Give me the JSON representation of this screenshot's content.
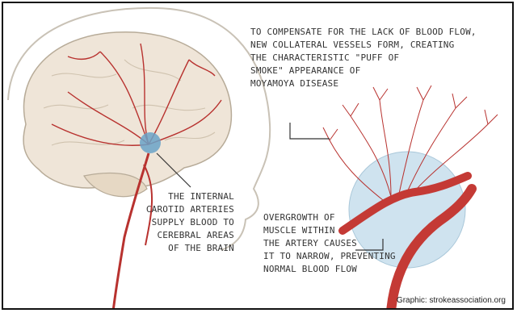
{
  "labels": {
    "top_callout": [
      "TO COMPENSATE FOR THE LACK OF BLOOD FLOW,",
      "NEW COLLATERAL VESSELS FORM, CREATING",
      "THE CHARACTERISTIC \"PUFF OF",
      "SMOKE\" APPEARANCE OF",
      "MOYAMOYA DISEASE"
    ],
    "left_callout": [
      "THE INTERNAL",
      "CAROTID ARTERIES",
      "SUPPLY BLOOD TO",
      "CEREBRAL AREAS",
      "OF THE BRAIN"
    ],
    "bottom_callout": [
      "OVERGROWTH OF",
      "MUSCLE WITHIN",
      "THE ARTERY CAUSES",
      "IT TO NARROW, PREVENTING",
      "NORMAL BLOOD FLOW"
    ]
  },
  "credit": "Graphic: strokeassociation.org",
  "colors": {
    "artery": "#b8322f",
    "brain": "#efe5d8",
    "sphere": "#cfe3ef",
    "highlight": "#6aa3c8",
    "line": "#333333"
  }
}
